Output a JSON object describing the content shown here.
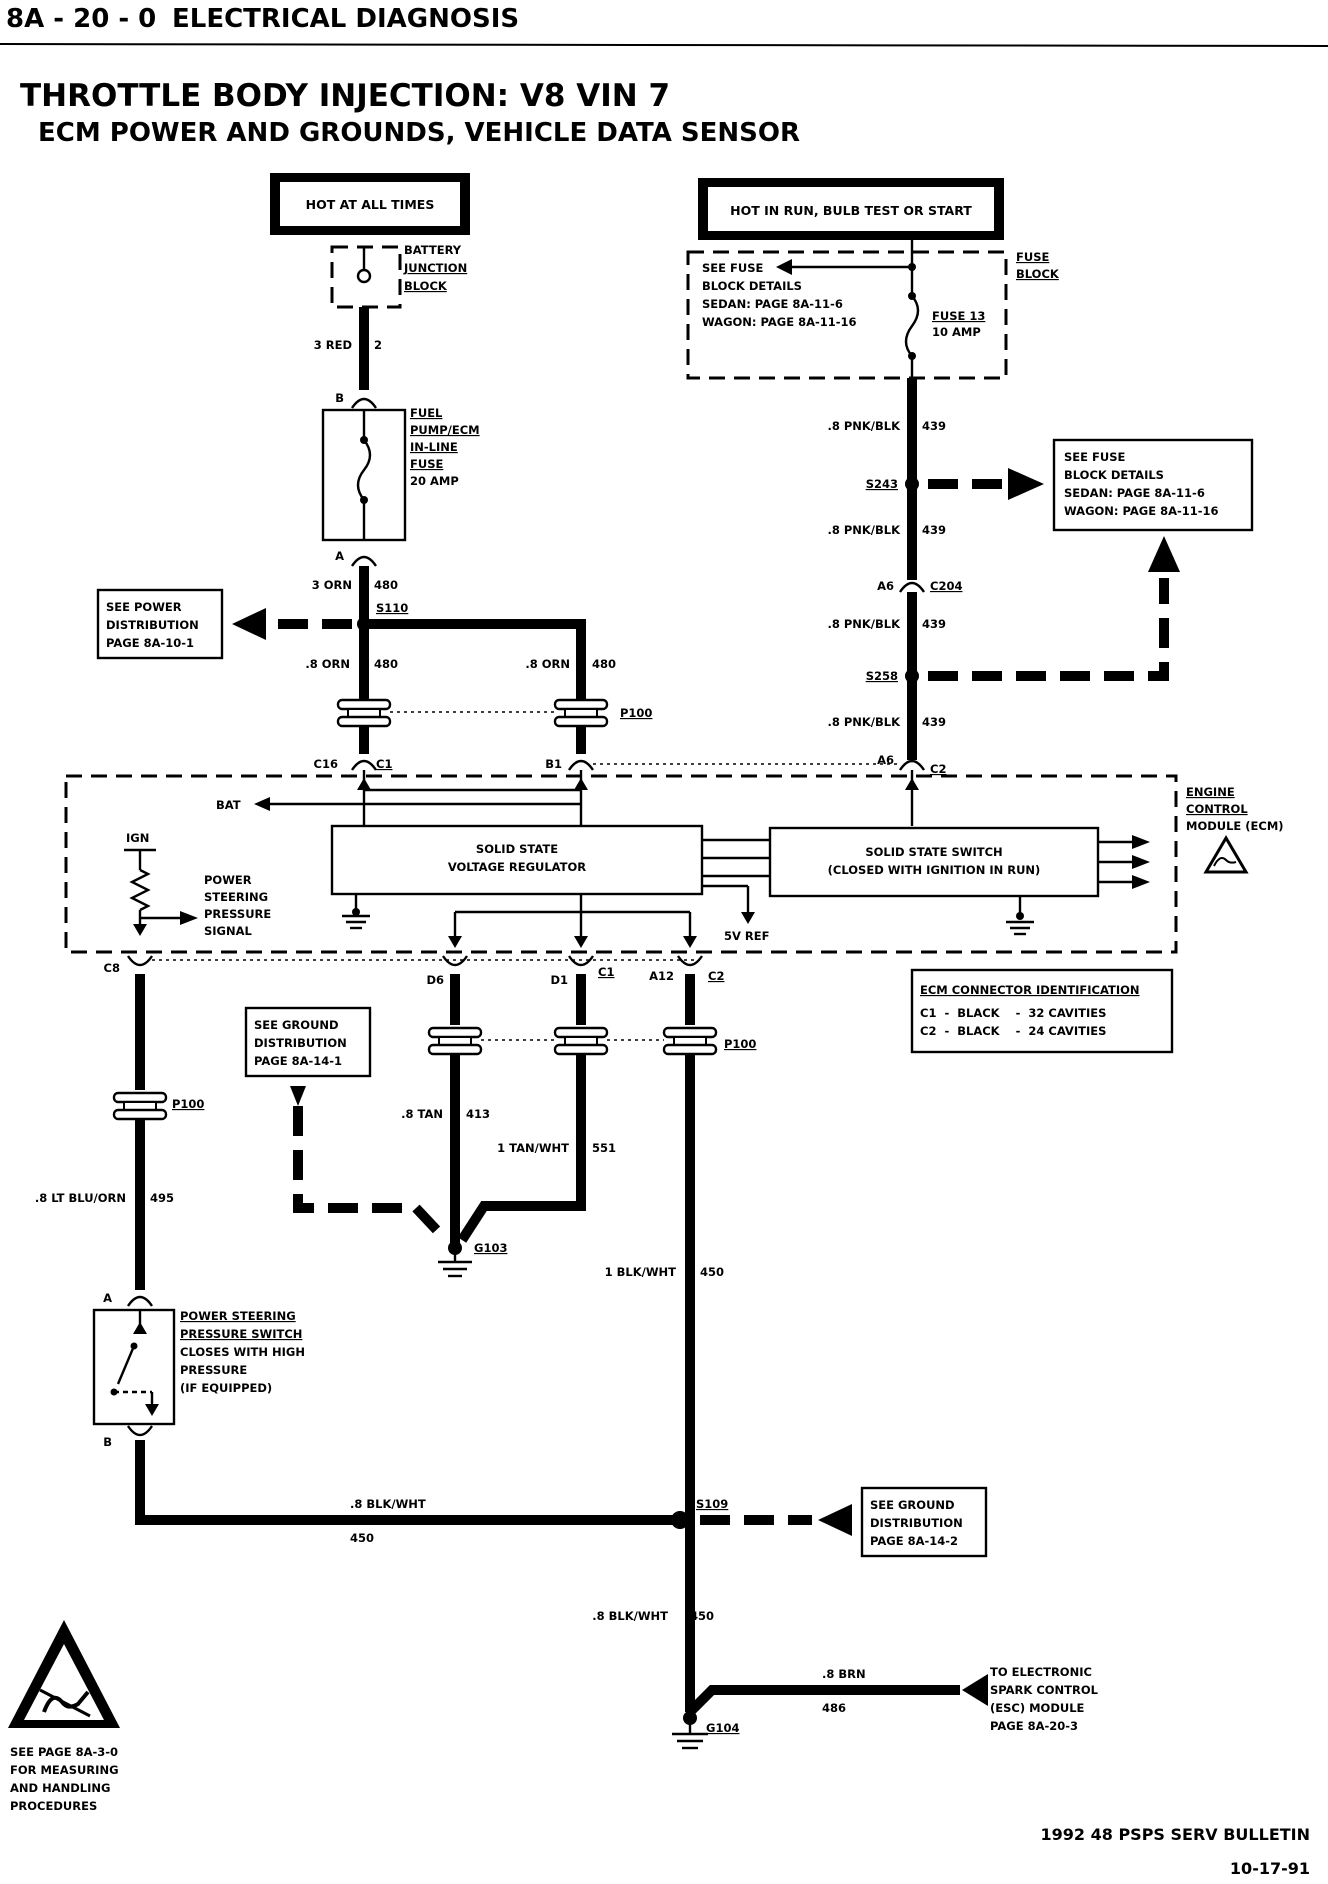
{
  "header": {
    "page_id": "8A - 20 - 0",
    "section": "ELECTRICAL DIAGNOSIS",
    "title": "THROTTLE BODY INJECTION:  V8  VIN 7",
    "subtitle": "ECM POWER AND GROUNDS, VEHICLE DATA SENSOR"
  },
  "power_sources": {
    "hot_all_times": "HOT AT ALL TIMES",
    "hot_in_run": "HOT IN RUN, BULB TEST OR START"
  },
  "battery_block": [
    "BATTERY",
    "JUNCTION",
    "BLOCK"
  ],
  "fuse_block": {
    "label": [
      "FUSE",
      "BLOCK"
    ],
    "see_fuse": [
      "SEE FUSE",
      "BLOCK DETAILS",
      "SEDAN:   PAGE 8A-11-6",
      "WAGON:  PAGE 8A-11-16"
    ],
    "fuse": [
      "FUSE 13",
      "10 AMP"
    ]
  },
  "fuel_pump_fuse": [
    "FUEL",
    "PUMP/ECM",
    "IN-LINE",
    "FUSE",
    "20 AMP"
  ],
  "refs": {
    "power_dist": [
      "SEE POWER",
      "DISTRIBUTION",
      "PAGE 8A-10-1"
    ],
    "fuse_details": [
      "SEE FUSE",
      "BLOCK DETAILS",
      "SEDAN:   PAGE 8A-11-6",
      "WAGON:  PAGE 8A-11-16"
    ],
    "ground_dist_1": [
      "SEE GROUND",
      "DISTRIBUTION",
      "PAGE 8A-14-1"
    ],
    "ground_dist_2": [
      "SEE GROUND",
      "DISTRIBUTION",
      "PAGE 8A-14-2"
    ],
    "esc_module": [
      "TO ELECTRONIC",
      "SPARK CONTROL",
      "(ESC) MODULE",
      "PAGE 8A-20-3"
    ],
    "esd_note": [
      "SEE PAGE 8A-3-0",
      "FOR MEASURING",
      "AND HANDLING",
      "PROCEDURES"
    ]
  },
  "ecm": {
    "label": [
      "ENGINE",
      "CONTROL",
      "MODULE (ECM)"
    ],
    "regulator": [
      "SOLID STATE",
      "VOLTAGE REGULATOR"
    ],
    "switch": [
      "SOLID STATE SWITCH",
      "(CLOSED WITH IGNITION IN RUN)"
    ],
    "bat": "BAT",
    "ign": "IGN",
    "ps_signal": [
      "POWER",
      "STEERING",
      "PRESSURE",
      "SIGNAL"
    ],
    "v_ref": "5V REF"
  },
  "ecm_connector_id": {
    "title": "ECM CONNECTOR IDENTIFICATION",
    "rows": [
      "C1  -  BLACK    -  32 CAVITIES",
      "C2  -  BLACK    -  24 CAVITIES"
    ]
  },
  "ps_switch": [
    "POWER STEERING",
    "PRESSURE SWITCH",
    "CLOSES WITH HIGH",
    "PRESSURE",
    "(IF EQUIPPED)"
  ],
  "wires": {
    "w_3red": "3 RED",
    "c_2": "2",
    "w_3orn": "3 ORN",
    "c_480": "480",
    "w_8orn_l": ".8 ORN",
    "w_8orn_r": ".8 ORN",
    "w_pnk1": ".8 PNK/BLK",
    "c_439": "439",
    "w_pnk2": ".8 PNK/BLK",
    "w_pnk3": ".8 PNK/BLK",
    "w_pnk4": ".8 PNK/BLK",
    "w_tan": ".8 TAN",
    "c_413": "413",
    "w_tanwht": "1 TAN/WHT",
    "c_551": "551",
    "w_ltblu": ".8 LT BLU/ORN",
    "c_495": "495",
    "w_blkwht1": "1 BLK/WHT",
    "c_450": "450",
    "w_blkwht2": ".8 BLK/WHT",
    "w_blkwht3": ".8 BLK/WHT",
    "w_brn": ".8 BRN",
    "c_486": "486"
  },
  "connectors": {
    "b": "B",
    "a": "A",
    "c16": "C16",
    "c1": "C1",
    "b1": "B1",
    "a6": "A6",
    "c2": "C2",
    "c204": "C204",
    "c8": "C8",
    "d6": "D6",
    "d1": "D1",
    "a12": "A12",
    "p100": "P100"
  },
  "splices": {
    "s110": "S110",
    "s243": "S243",
    "s258": "S258",
    "s109": "S109",
    "g103": "G103",
    "g104": "G104"
  },
  "footer": {
    "bulletin": "1992 48 PSPS SERV BULLETIN",
    "date": "10-17-91"
  }
}
